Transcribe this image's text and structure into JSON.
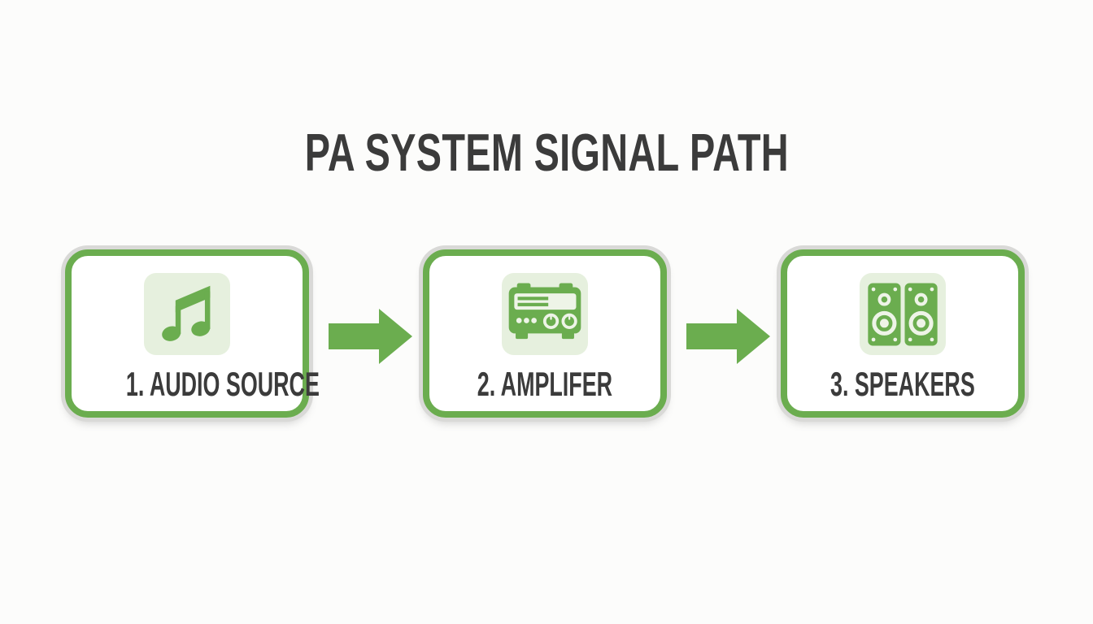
{
  "title": "PA SYSTEM SIGNAL PATH",
  "colors": {
    "accent-green": "#6bad4f",
    "tile-green": "#e6f0de",
    "ring-gray": "#d9d9d7",
    "text-dark": "#3b3b3b",
    "background": "#fcfcfb",
    "box-fill": "#ffffff"
  },
  "diagram": {
    "type": "flow",
    "direction": "left-to-right",
    "steps": [
      {
        "order": 1,
        "label": "1. AUDIO SOURCE",
        "icon": "music-note-icon"
      },
      {
        "order": 2,
        "label": "2. AMPLIFER",
        "icon": "amplifier-icon"
      },
      {
        "order": 3,
        "label": "3. SPEAKERS",
        "icon": "speakers-icon"
      }
    ],
    "connectors": [
      {
        "icon": "arrow-right-icon",
        "from": 1,
        "to": 2
      },
      {
        "icon": "arrow-right-icon",
        "from": 2,
        "to": 3
      }
    ]
  }
}
